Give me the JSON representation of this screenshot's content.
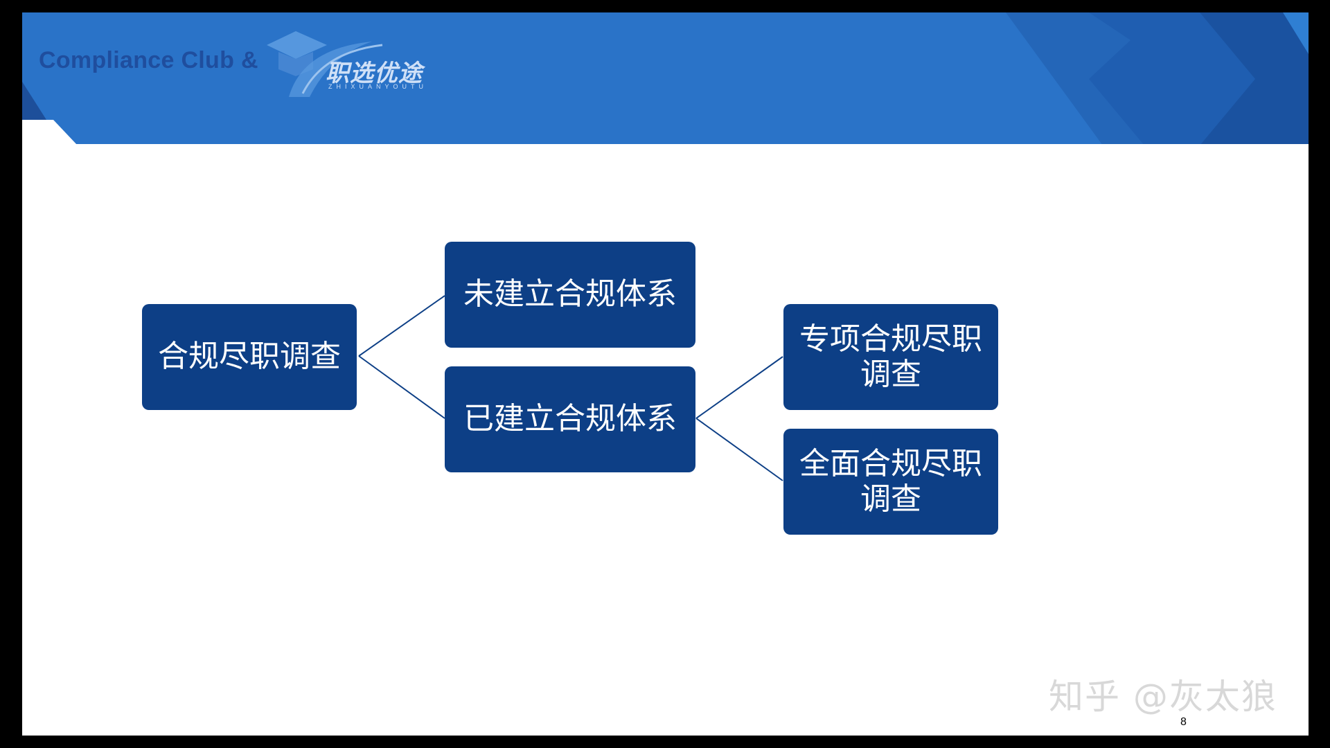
{
  "header": {
    "brand_text": "Compliance Club &",
    "logo_text": "职选优途",
    "logo_subtext": "ZHIXUANYOUTU",
    "colors": {
      "banner_main": "#2a73c8",
      "banner_dark": "#1e5aa8",
      "brand_text": "#1f4e9e"
    }
  },
  "diagram": {
    "root": {
      "label": "合规尽职调查"
    },
    "level1": [
      {
        "label": "未建立合规体系"
      },
      {
        "label": "已建立合规体系"
      }
    ],
    "level2": [
      {
        "line1": "专项合规尽职",
        "line2": "调查"
      },
      {
        "line1": "全面合规尽职",
        "line2": "调查"
      }
    ],
    "colors": {
      "box_fill": "#0d3f86",
      "box_text": "#ffffff",
      "connector": "#0d3f86"
    }
  },
  "watermark": "知乎 @灰太狼",
  "page_number": "8"
}
